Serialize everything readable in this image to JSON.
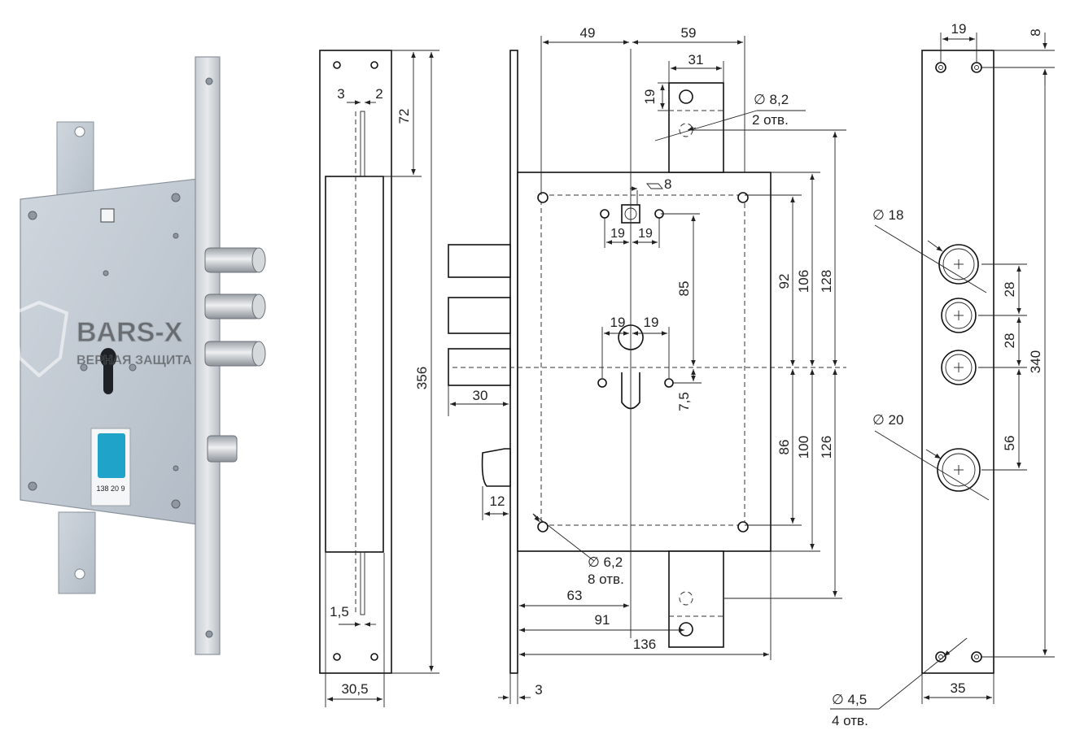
{
  "watermark": {
    "brand": "BARS-X",
    "tagline": "ВЕРНАЯ ЗАЩИТА"
  },
  "product_photo": {
    "sticker_code": "138 20 9",
    "sticker_color": "#1fa3c8"
  },
  "faceplate_view": {
    "dimensions": {
      "width_top_a": "3",
      "width_top_b": "2",
      "depth_top": "72",
      "total_height": "356",
      "slot_width": "1,5",
      "plate_width": "30,5"
    }
  },
  "body_view": {
    "dimensions": {
      "top_left": "49",
      "top_right": "59",
      "strike_width": "31",
      "strike_hole_offset": "19",
      "strike_hole_dia": "∅ 8,2",
      "strike_hole_count": "2 отв.",
      "spindle_square": "8",
      "spindle_left": "19",
      "spindle_right": "19",
      "spindle_to_cyl": "85",
      "cyl_left": "19",
      "cyl_right": "19",
      "cyl_offset": "7,5",
      "bolt_throw": "30",
      "latch_throw": "12",
      "mount_hole_dia": "∅ 6,2",
      "mount_hole_count": "8 отв.",
      "backset_63": "63",
      "backset_91": "91",
      "body_depth": "136",
      "plate_thickness": "3",
      "right_92": "92",
      "right_106": "106",
      "right_128": "128",
      "right_86": "86",
      "right_100": "100",
      "right_126": "126"
    }
  },
  "front_view": {
    "dimensions": {
      "hole_pitch_top": "19",
      "top_offset": "8",
      "bolt_dia_small": "∅ 18",
      "bolt_dia_large": "∅ 20",
      "bolt_pitch_1": "28",
      "bolt_pitch_2": "28",
      "bolt_pitch_3": "56",
      "total_height": "340",
      "width": "35",
      "screw_dia": "∅ 4,5",
      "screw_count": "4 отв."
    }
  }
}
